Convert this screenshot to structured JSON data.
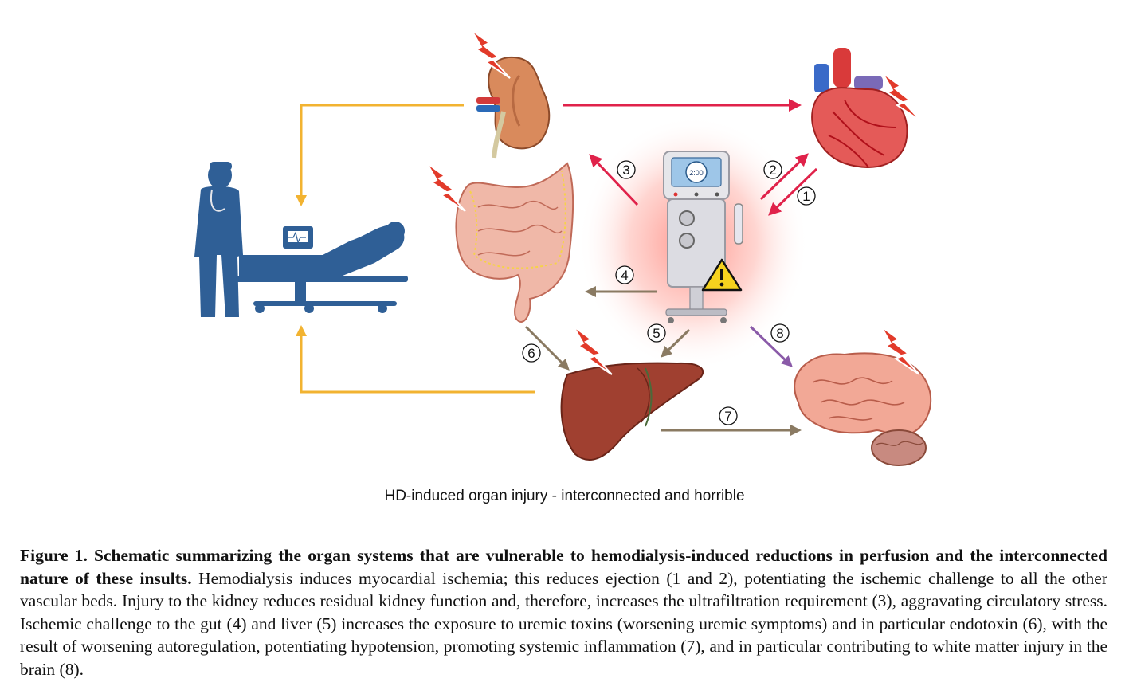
{
  "figure": {
    "subtitle": "HD-induced organ injury - interconnected and horrible",
    "arrow_labels": [
      "1",
      "2",
      "3",
      "4",
      "5",
      "6",
      "7",
      "8"
    ],
    "dialysis_display": "2:00",
    "colors": {
      "red_arrow": "#e0224a",
      "yellow_arrow": "#f2b331",
      "brown_arrow": "#8a7a62",
      "purple_arrow": "#8a5aa8",
      "patient_blue": "#2f5f96",
      "lightning": "#e23a2a"
    },
    "icons": [
      "kidney-icon",
      "heart-icon",
      "intestine-icon",
      "dialysis-machine-icon",
      "warning-icon",
      "liver-icon",
      "brain-icon",
      "patient-bed-icon",
      "clinician-icon",
      "lightning-icon"
    ]
  },
  "caption": {
    "title": "Figure 1. Schematic summarizing the organ systems that are vulnerable to hemodialysis-induced reductions in perfusion and the interconnected nature of these insults.",
    "body": "Hemodialysis induces myocardial ischemia; this reduces ejection (1 and 2), potentiating the ischemic challenge to all the other vascular beds. Injury to the kidney reduces residual kidney function and, therefore, increases the ultrafiltration requirement (3), aggravating circulatory stress. Ischemic challenge to the gut (4) and liver (5) increases the exposure to uremic toxins (worsening uremic symptoms) and in particular endotoxin (6), with the result of worsening autoregulation, potentiating hypotension, promoting systemic inflammation (7), and in particular contributing to white matter injury in the brain (8)."
  }
}
